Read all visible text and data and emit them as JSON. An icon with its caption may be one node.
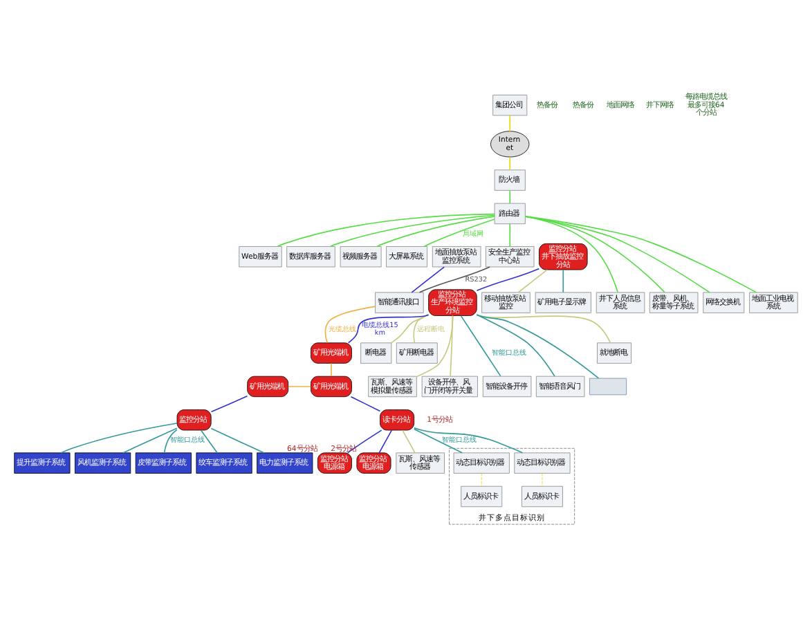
{
  "diagram": {
    "nodes": [
      {
        "text": [
          "集团公司"
        ]
      },
      {
        "text": [
          "Internet"
        ]
      },
      {
        "text": [
          "防火墙"
        ]
      },
      {
        "text": [
          "路由器"
        ]
      },
      {
        "text": [
          "Web服务器"
        ]
      },
      {
        "text": [
          "数据库服务器"
        ]
      },
      {
        "text": [
          "视频服务器"
        ]
      },
      {
        "text": [
          "大屏幕系统"
        ]
      },
      {
        "text": [
          "安全生产监控中心站"
        ]
      },
      {
        "text": [
          "井下人员信息系统"
        ]
      },
      {
        "text": [
          "皮带、风机、称量等子系统"
        ]
      },
      {
        "text": [
          "网络交换机"
        ]
      },
      {
        "text": [
          "地面工业电视系统"
        ]
      },
      {
        "text": [
          "智能通讯接口"
        ]
      },
      {
        "text": [
          "地面抽放泵站监控系统"
        ]
      },
      {
        "text": [
          "移动抽放泵站监控"
        ]
      },
      {
        "text": [
          "监控分站",
          "井下抽放监控分站"
        ]
      },
      {
        "text": [
          "矿用电子显示牌"
        ]
      },
      {
        "text": [
          "监控分站",
          "生产环境监控分站"
        ]
      },
      {
        "text": [
          "就地断电"
        ]
      },
      {
        "text": [
          "断电器"
        ]
      },
      {
        "text": [
          "矿用断电器"
        ]
      },
      {
        "text": [
          "瓦斯、风速等模拟量传感器"
        ]
      },
      {
        "text": [
          "设备开停、风门开闭等开关量"
        ]
      },
      {
        "text": [
          "智能设备开停"
        ]
      },
      {
        "text": [
          "智能语音风门"
        ]
      },
      {
        "text": [],
        "shape": "box"
      },
      {
        "text": [
          "提升监测子系统"
        ]
      },
      {
        "text": [
          "风机监测子系统"
        ]
      },
      {
        "text": [
          "皮带监测子系统"
        ]
      },
      {
        "text": [
          "绞车监测子系统"
        ]
      },
      {
        "text": [
          "电力监测子系统"
        ]
      },
      {
        "text": [
          "监控分站"
        ]
      },
      {
        "text": [
          "矿用光端机"
        ]
      },
      {
        "text": [
          "矿用光端机"
        ]
      },
      {
        "text": [
          "矿用光端机"
        ]
      },
      {
        "text": [
          "读卡分站"
        ],
        "beside": [
          "1号分站"
        ]
      },
      {
        "text": [
          "监控分站",
          "电源箱"
        ],
        "beside": [
          "64号分站"
        ]
      },
      {
        "text": [
          "监控分站",
          "电源箱"
        ],
        "beside": [
          "2号分站"
        ]
      },
      {
        "text": [
          "瓦斯、风速等传感器"
        ]
      },
      {
        "text": [
          "井下多点目标识别"
        ]
      },
      {
        "text": [
          "动态目标识别器"
        ],
        "in": 40
      },
      {
        "text": [
          "动态目标识别器"
        ],
        "in": 40
      },
      {
        "text": [
          "人员标识卡"
        ],
        "in": 40
      },
      {
        "text": [
          "人员标识卡"
        ],
        "in": 40
      }
    ],
    "edges": [
      {
        "from": 0,
        "to": 1,
        "arrow": "none",
        "color": "#e8d800"
      },
      {
        "from": 1,
        "to": 2,
        "arrow": "none",
        "color": "#e8d800"
      },
      {
        "from": 2,
        "to": 3,
        "arrow": "none",
        "color": "#55dd44"
      },
      {
        "from": 3,
        "to": 4,
        "arrow": "none",
        "color": "#55dd44"
      },
      {
        "from": 3,
        "to": 5,
        "arrow": "none",
        "color": "#55dd44"
      },
      {
        "from": 3,
        "to": 6,
        "arrow": "none",
        "color": "#55dd44"
      },
      {
        "from": 3,
        "to": 7,
        "arrow": "none",
        "color": "#55dd44",
        "label": "局域网"
      },
      {
        "from": 3,
        "to": 8,
        "arrow": "none",
        "color": "#55dd44"
      },
      {
        "from": 3,
        "to": 9,
        "arrow": "none",
        "color": "#55dd44"
      },
      {
        "from": 3,
        "to": 10,
        "arrow": "none",
        "color": "#55dd44"
      },
      {
        "from": 3,
        "to": 11,
        "arrow": "none",
        "color": "#55dd44"
      },
      {
        "from": 3,
        "to": 12,
        "arrow": "none",
        "color": "#55dd44"
      },
      {
        "from": 8,
        "to": 13,
        "arrow": "none",
        "color": "#555555",
        "label": "RS232"
      },
      {
        "from": 14,
        "to": 13,
        "arrow": "none",
        "color": "#3333cc"
      },
      {
        "from": 13,
        "to": 33,
        "arrow": "none",
        "color": "#f0b040",
        "label": "光缆总线"
      },
      {
        "from": 18,
        "to": 33,
        "arrow": "none",
        "color": "#3333cc",
        "label": "电缆总线15km"
      },
      {
        "from": 33,
        "to": 34,
        "arrow": "none",
        "color": "#f0b040"
      },
      {
        "from": 35,
        "to": 34,
        "arrow": "none",
        "color": "#f0b040"
      },
      {
        "from": 35,
        "to": 32,
        "arrow": "none",
        "color": "#3333cc"
      },
      {
        "from": 34,
        "to": 36,
        "arrow": "none",
        "color": "#3333cc"
      },
      {
        "from": 36,
        "to": 37,
        "arrow": "none",
        "color": "#3333cc"
      },
      {
        "from": 36,
        "to": 38,
        "arrow": "none",
        "color": "#3333cc"
      },
      {
        "from": 16,
        "to": 15,
        "arrow": "none",
        "color": "#c8c880"
      },
      {
        "from": 16,
        "to": 17,
        "arrow": "none",
        "color": "#339999"
      },
      {
        "from": 16,
        "to": 18,
        "arrow": "none",
        "color": "#3333cc"
      },
      {
        "from": 18,
        "to": 19,
        "arrow": "none",
        "color": "#c8c880"
      },
      {
        "from": 18,
        "to": 20,
        "arrow": "none",
        "color": "#c8c880"
      },
      {
        "from": 18,
        "to": 21,
        "arrow": "none",
        "color": "#c8c880",
        "label": "远程断电"
      },
      {
        "from": 18,
        "to": 22,
        "arrow": "none",
        "color": "#c8c880"
      },
      {
        "from": 18,
        "to": 23,
        "arrow": "none",
        "color": "#c8c880"
      },
      {
        "from": 18,
        "to": 24,
        "arrow": "none",
        "color": "#339999",
        "label": "智能口总线"
      },
      {
        "from": 18,
        "to": 25,
        "arrow": "none",
        "color": "#339999"
      },
      {
        "from": 18,
        "to": 26,
        "arrow": "none",
        "color": "#339999"
      },
      {
        "from": 32,
        "to": 27,
        "arrow": "none",
        "color": "#339999"
      },
      {
        "from": 32,
        "to": 28,
        "arrow": "none",
        "color": "#339999"
      },
      {
        "from": 32,
        "to": 29,
        "arrow": "none",
        "color": "#339999",
        "label": "智能口总线"
      },
      {
        "from": 32,
        "to": 30,
        "arrow": "none",
        "color": "#339999"
      },
      {
        "from": 32,
        "to": 31,
        "arrow": "none",
        "color": "#339999"
      },
      {
        "from": 36,
        "to": 39,
        "arrow": "none",
        "color": "#c8c880"
      },
      {
        "from": 36,
        "to": 41,
        "arrow": "none",
        "color": "#339999",
        "label": "智能口总线"
      },
      {
        "from": 36,
        "to": 42,
        "arrow": "none",
        "color": "#339999"
      },
      {
        "from": 41,
        "to": 43,
        "arrow": "none",
        "color": "#e8d800",
        "style": "dashed"
      },
      {
        "from": 42,
        "to": 44,
        "arrow": "none",
        "color": "#e8d800",
        "style": "dashed"
      }
    ],
    "labels": [
      "热备份",
      "热备份",
      "地面网络",
      "井下网络",
      "每路电缆总线最多可接64个分站"
    ]
  }
}
